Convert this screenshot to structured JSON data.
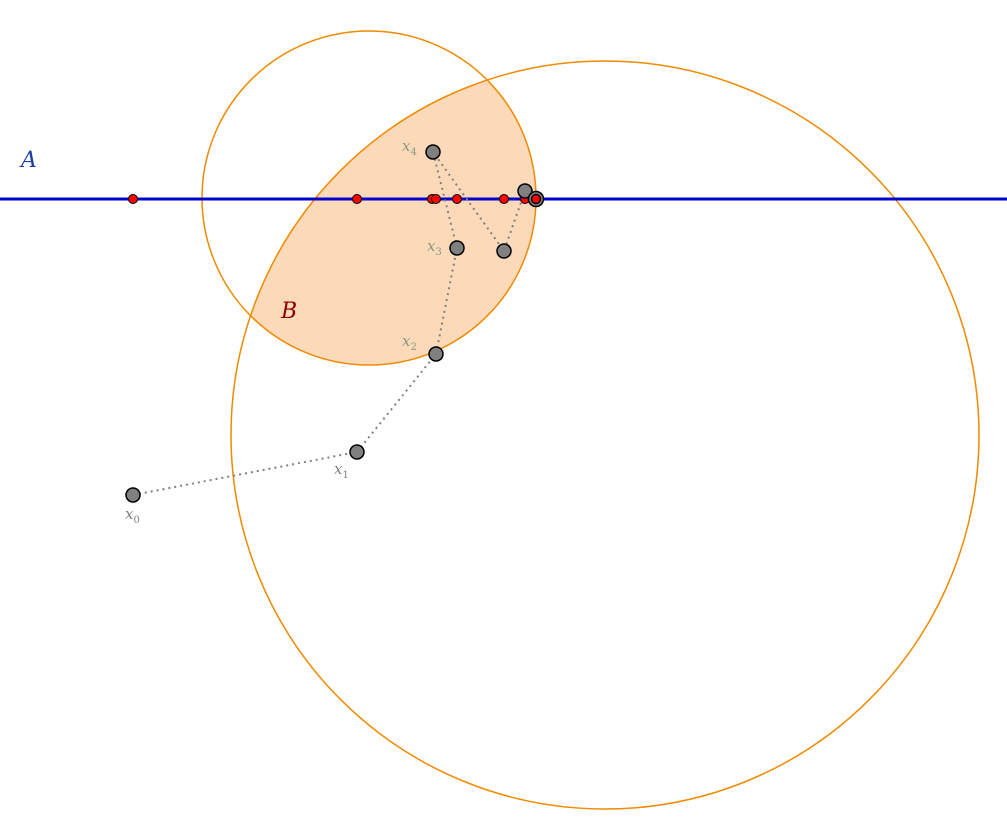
{
  "diagram": {
    "line_label": "A",
    "region_label": "B",
    "iterate_labels": [
      {
        "main": "x",
        "sub": "0"
      },
      {
        "main": "x",
        "sub": "1"
      },
      {
        "main": "x",
        "sub": "2"
      },
      {
        "main": "x",
        "sub": "3"
      },
      {
        "main": "x",
        "sub": "4"
      }
    ],
    "colors": {
      "line": "#0000cc",
      "line_label": "#1a3fa0",
      "circle": "#f08a00",
      "region_fill": "#fcd9b8",
      "region_label": "#8b0000",
      "iterate_point": "#808080",
      "iterate_label": "#8a9a80",
      "trajectory": "#808080",
      "projection_point": "#ff0000",
      "limit_point": "#ff0000"
    }
  }
}
